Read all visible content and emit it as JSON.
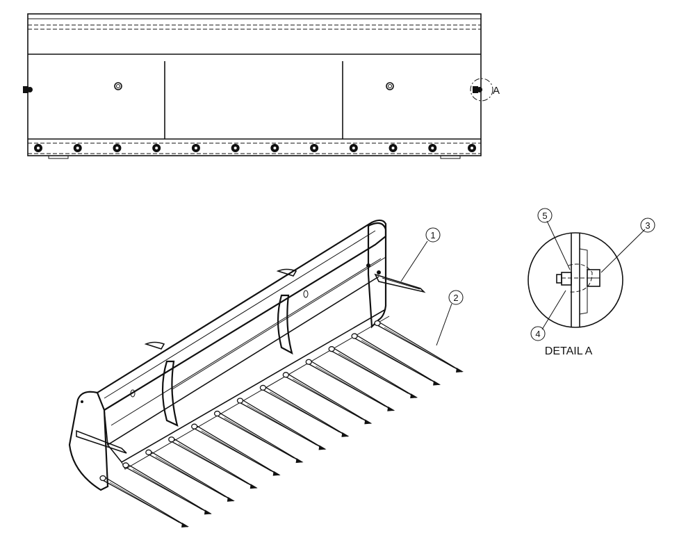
{
  "detail_marker": "A",
  "callouts": [
    {
      "id": "1",
      "label": "1"
    },
    {
      "id": "2",
      "label": "2"
    },
    {
      "id": "3",
      "label": "3"
    },
    {
      "id": "4",
      "label": "4"
    },
    {
      "id": "5",
      "label": "5"
    }
  ],
  "detail_title": "DETAIL A",
  "top_view": {
    "tine_bolts": 12,
    "wall_bolts": 2
  },
  "iso_view": {
    "tines": 13
  }
}
